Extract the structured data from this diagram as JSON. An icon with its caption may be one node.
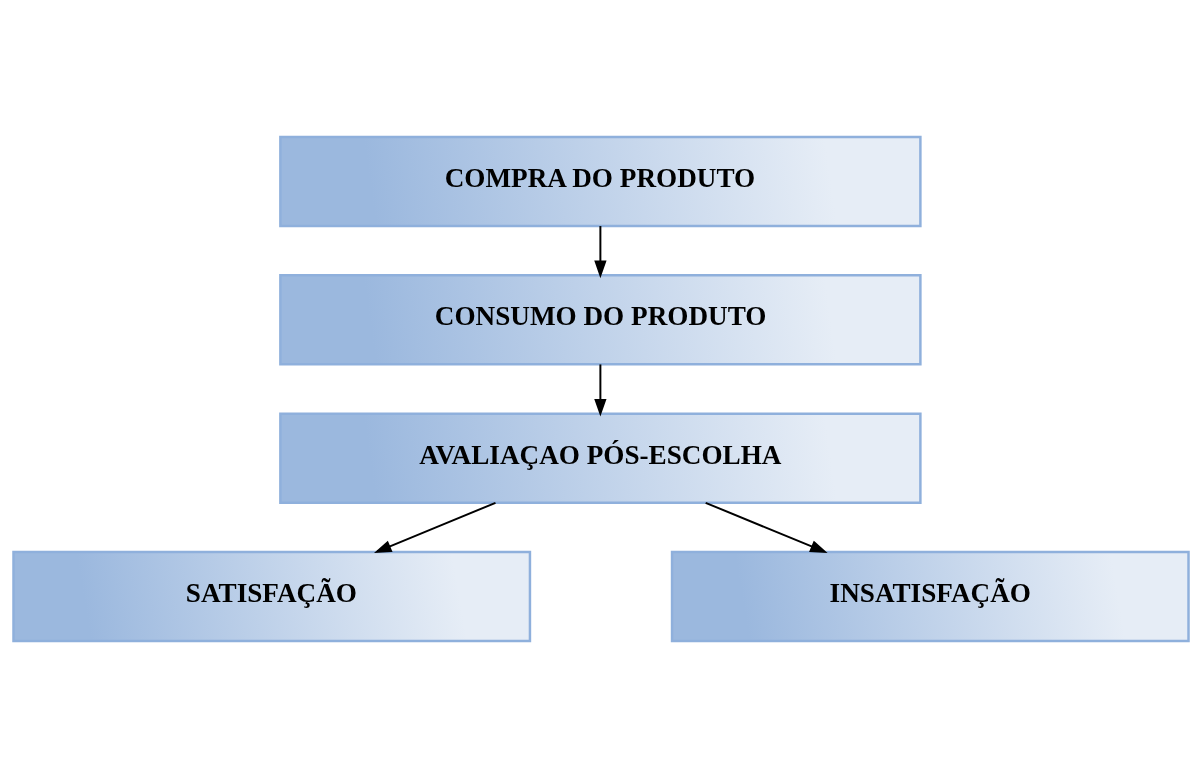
{
  "diagram": {
    "nodes": [
      {
        "text": [
          "COMPRA DO PRODUTO"
        ]
      },
      {
        "text": [
          "CONSUMO DO PRODUTO"
        ]
      },
      {
        "text": [
          "AVALIAÇAO PÓS-ESCOLHA"
        ]
      },
      {
        "text": [
          "SATISFAÇÃO"
        ]
      },
      {
        "text": [
          "INSATISFAÇÃO"
        ]
      }
    ],
    "edges": [
      {
        "from": 0,
        "to": 1,
        "arrow": "to"
      },
      {
        "from": 1,
        "to": 2,
        "arrow": "to"
      },
      {
        "from": 2,
        "to": 3,
        "arrow": "to"
      },
      {
        "from": 2,
        "to": 4,
        "arrow": "to"
      }
    ]
  }
}
